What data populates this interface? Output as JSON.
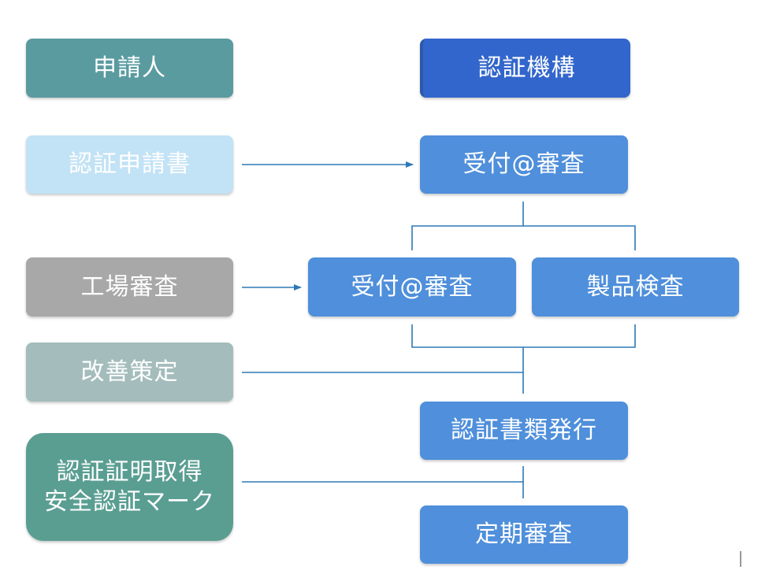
{
  "colors": {
    "applicant": "#5a9ba0",
    "cert_body": "#3366cc",
    "app_form": "#c2e2f5",
    "factory": "#a8a8a8",
    "improve": "#a4bcbc",
    "acquire": "#5a9e92",
    "process": "#4f8fdb",
    "line": "#2f78b8"
  },
  "diagram": {
    "applicant_header": "申請人",
    "cert_body_header": "認証機構",
    "application_form": "認証申請書",
    "reception_review_1": "受付@審査",
    "factory_audit": "工場審査",
    "reception_review_2": "受付@審査",
    "product_inspection": "製品検査",
    "improvement_plan": "改善策定",
    "document_issue": "認証書類発行",
    "acquire_line1": "認証証明取得",
    "acquire_line2": "安全認証マーク",
    "periodic_audit": "定期審査"
  },
  "icons": {
    "arrow": "arrow-right-icon"
  }
}
